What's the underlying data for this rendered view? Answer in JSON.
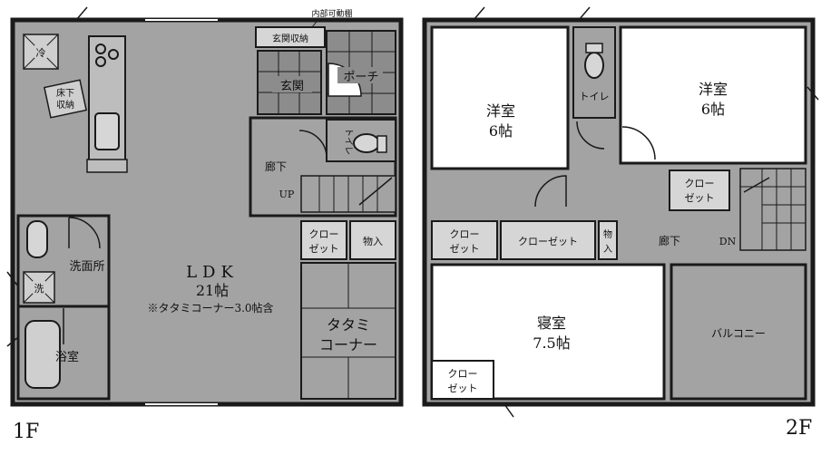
{
  "floor1": {
    "label": "1F",
    "rooms": {
      "ldk_name": "LDK",
      "ldk_size": "21帖",
      "ldk_note": "※タタミコーナー3.0帖含",
      "washroom": "洗面所",
      "bath": "浴室",
      "tatami_line1": "タタミ",
      "tatami_line2": "コーナー",
      "entrance": "玄関",
      "porch": "ポーチ",
      "hall": "廊下",
      "toilet": "トイレ",
      "closet_line1": "クロー",
      "closet_line2": "ゼット",
      "storage": "物入",
      "entrance_storage": "玄関収納",
      "underfloor_line1": "床下",
      "underfloor_line2": "収納",
      "fridge": "冷",
      "washer": "洗",
      "stairs": "UP",
      "movable_shelf": "内部可動棚"
    }
  },
  "floor2": {
    "label": "2F",
    "rooms": {
      "western_a_name": "洋室",
      "western_a_size": "6帖",
      "western_b_name": "洋室",
      "western_b_size": "6帖",
      "bedroom_name": "寝室",
      "bedroom_size": "7.5帖",
      "balcony": "バルコニー",
      "toilet": "トイレ",
      "closet_line1": "クロー",
      "closet_line2": "ゼット",
      "closet_long": "クローゼット",
      "storage": "物入",
      "hall": "廊下",
      "stairs": "DN"
    }
  },
  "colors": {
    "floor_fill": "#a3a3a3",
    "tile_fill": "#8c8c8c",
    "room_fill": "#ffffff",
    "wall": "#1a1a1a"
  }
}
